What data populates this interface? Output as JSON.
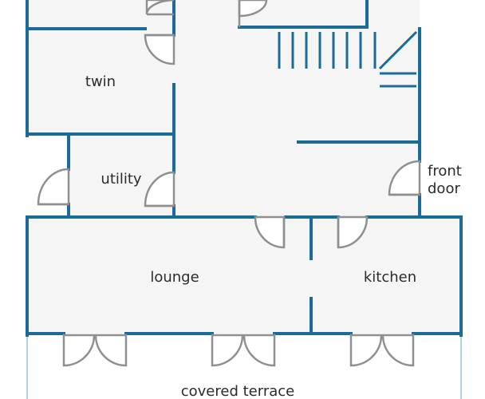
{
  "rooms": {
    "twin": "twin",
    "utility": "utility",
    "lounge": "lounge",
    "kitchen": "kitchen",
    "terrace": "covered terrace"
  },
  "entrance": {
    "line1": "front",
    "line2": "door"
  },
  "colors": {
    "wall": "#1a6b9a",
    "terrace": "#a8d4e6",
    "floor": "#f5f5f5",
    "door": "#8f8f8f"
  }
}
